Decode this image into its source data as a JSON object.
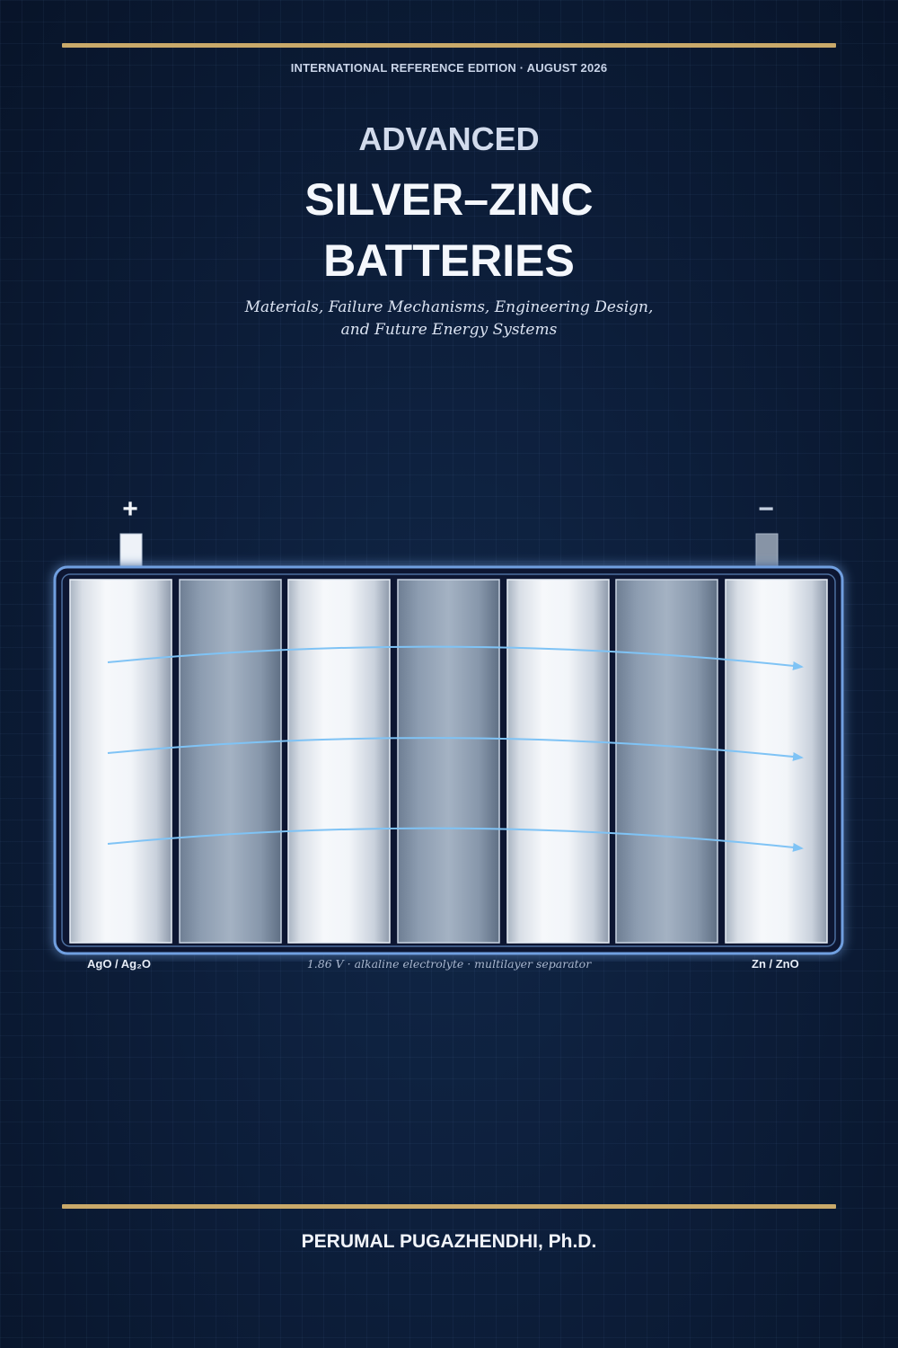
{
  "cover": {
    "edition": "INTERNATIONAL REFERENCE EDITION · AUGUST 2026",
    "title_pre": "ADVANCED",
    "title_line1": "SILVER–ZINC",
    "title_line2": "BATTERIES",
    "subtitle_line1": "Materials, Failure Mechanisms, Engineering Design,",
    "subtitle_line2": "and Future Energy Systems",
    "author": "PERUMAL PUGAZHENDHI, Ph.D."
  },
  "battery": {
    "positive_symbol": "+",
    "negative_symbol": "−",
    "left_label": "AgO / Ag₂O",
    "center_label": "1.86 V · alkaline electrolyte · multilayer separator",
    "right_label": "Zn / ZnO"
  },
  "colors": {
    "background": "#0b1a33",
    "accent_rule": "#c9a96a",
    "casing_outline": "#6f9fe0",
    "flow_line": "#7fc3f5"
  }
}
